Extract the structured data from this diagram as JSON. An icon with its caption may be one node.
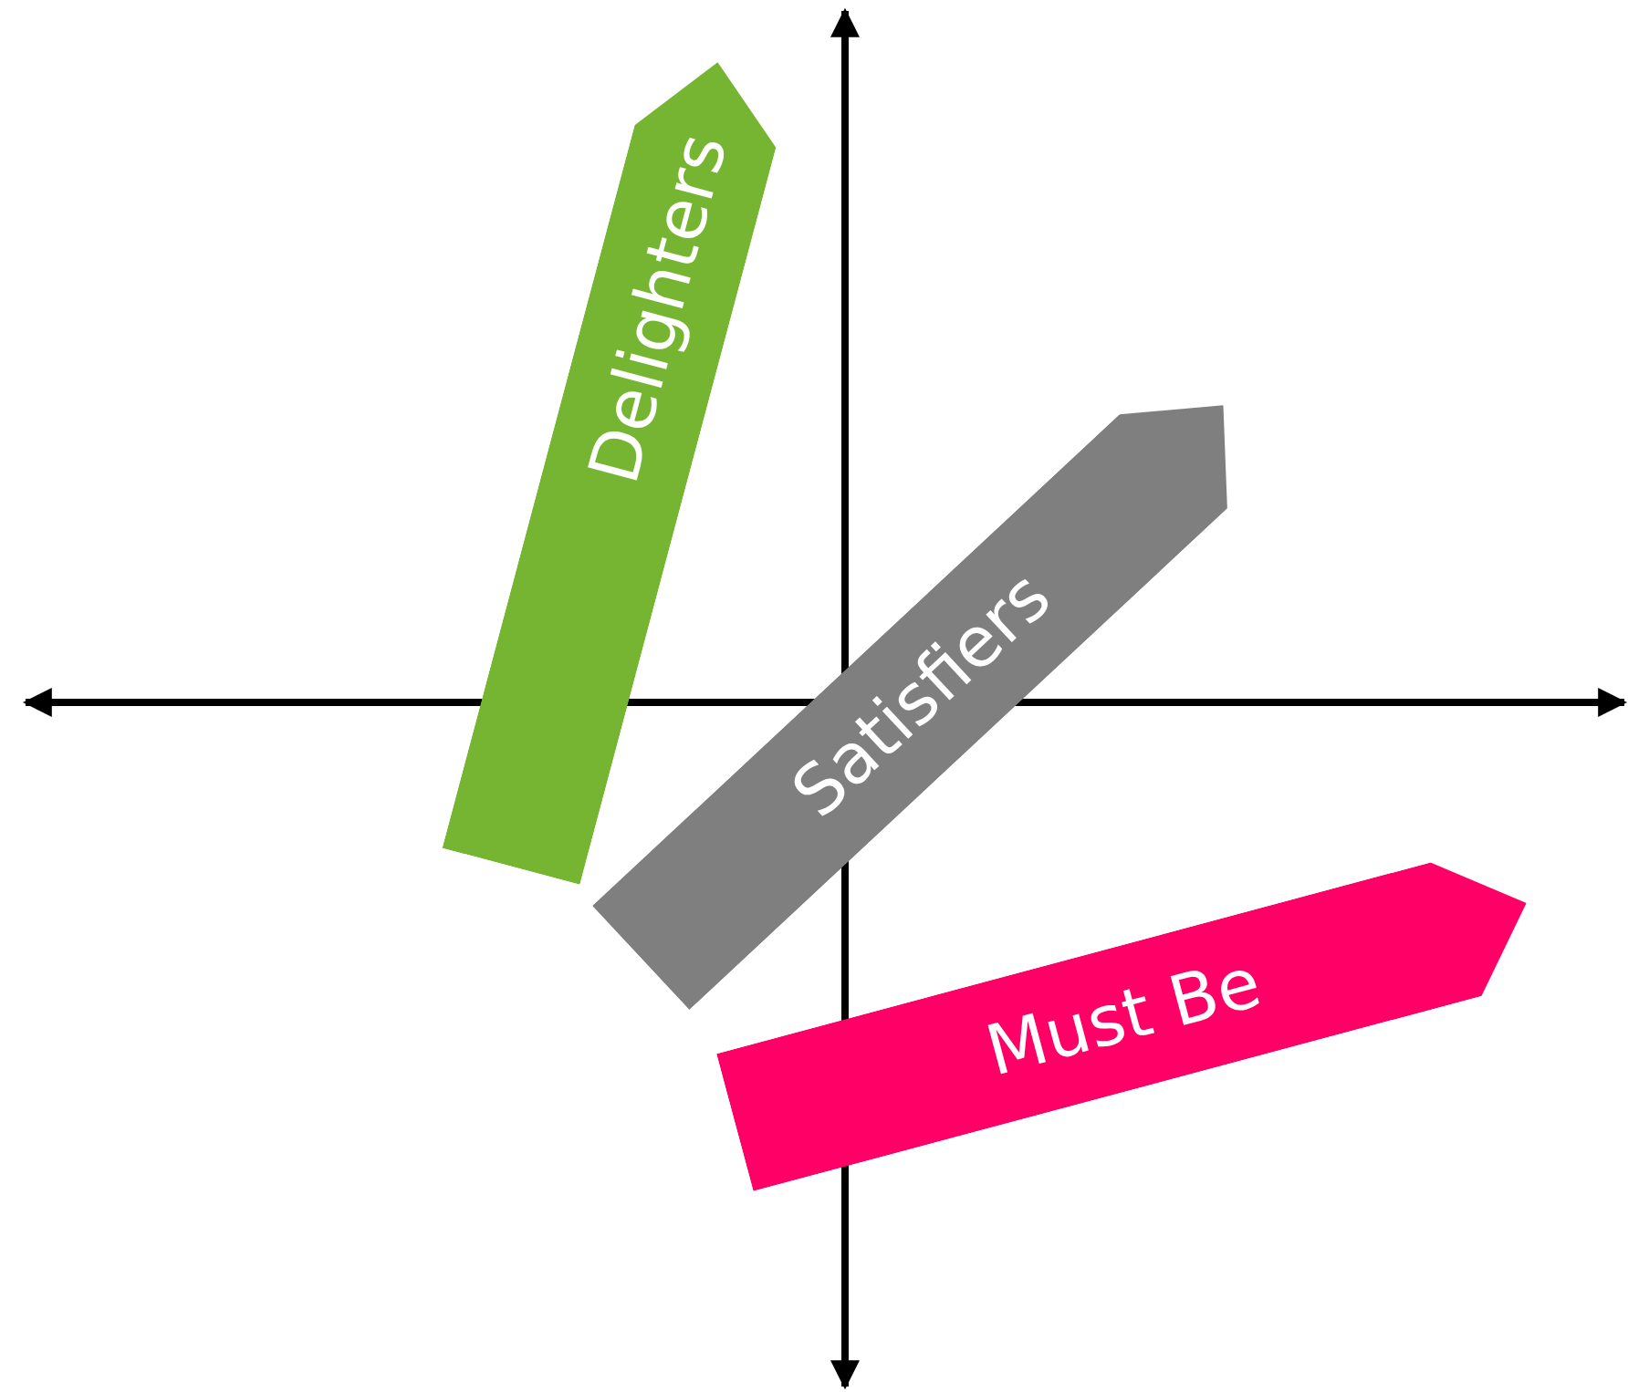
{
  "diagram": {
    "nodes": [
      {
        "text": [
          "Delighters"
        ]
      },
      {
        "text": [
          "Satisfiers"
        ]
      },
      {
        "text": [
          "Must Be"
        ]
      }
    ]
  }
}
